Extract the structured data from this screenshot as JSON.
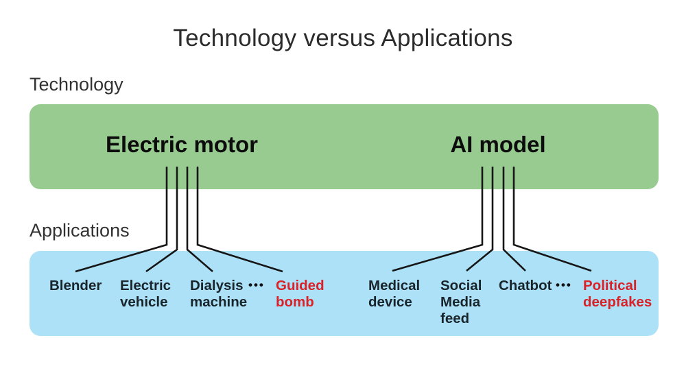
{
  "title": "Technology versus Applications",
  "sections": {
    "technology": {
      "label": "Technology",
      "items": [
        {
          "label": "Electric motor"
        },
        {
          "label": "AI model"
        }
      ]
    },
    "applications": {
      "label": "Applications",
      "items": [
        {
          "label": "Blender",
          "risky": false,
          "parent": "Electric motor"
        },
        {
          "label": "Electric\nvehicle",
          "risky": false,
          "parent": "Electric motor"
        },
        {
          "label": "Dialysis\nmachine",
          "risky": false,
          "parent": "Electric motor"
        },
        {
          "label": "Guided\nbomb",
          "risky": true,
          "parent": "Electric motor"
        },
        {
          "label": "Medical\ndevice",
          "risky": false,
          "parent": "AI model"
        },
        {
          "label": "Social\nMedia\nfeed",
          "risky": false,
          "parent": "AI model"
        },
        {
          "label": "Chatbot",
          "risky": false,
          "parent": "AI model"
        },
        {
          "label": "Political\ndeepfakes",
          "risky": true,
          "parent": "AI model"
        }
      ],
      "ellipsis": "•••"
    }
  },
  "colors": {
    "technology_band": "#97cb8f",
    "applications_band": "#ace1f7",
    "highlight_red": "#da2128",
    "line": "#161616"
  }
}
